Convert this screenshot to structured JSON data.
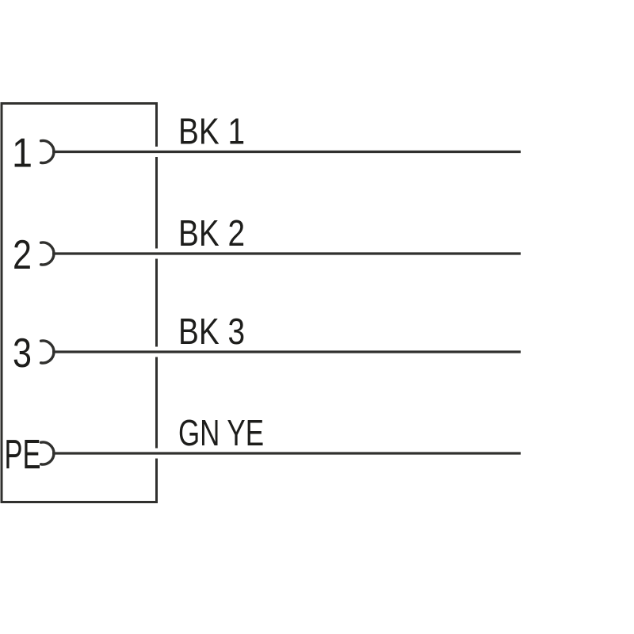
{
  "diagram": {
    "background_color": "#ffffff",
    "line_color": "#30302e",
    "text_color": "#1d1d1b",
    "connector": {
      "pins": [
        {
          "number": "1",
          "wire_label": "BK 1"
        },
        {
          "number": "2",
          "wire_label": "BK 2"
        },
        {
          "number": "3",
          "wire_label": "BK 3"
        },
        {
          "number": "PE",
          "wire_label": "GN YE"
        }
      ]
    }
  }
}
